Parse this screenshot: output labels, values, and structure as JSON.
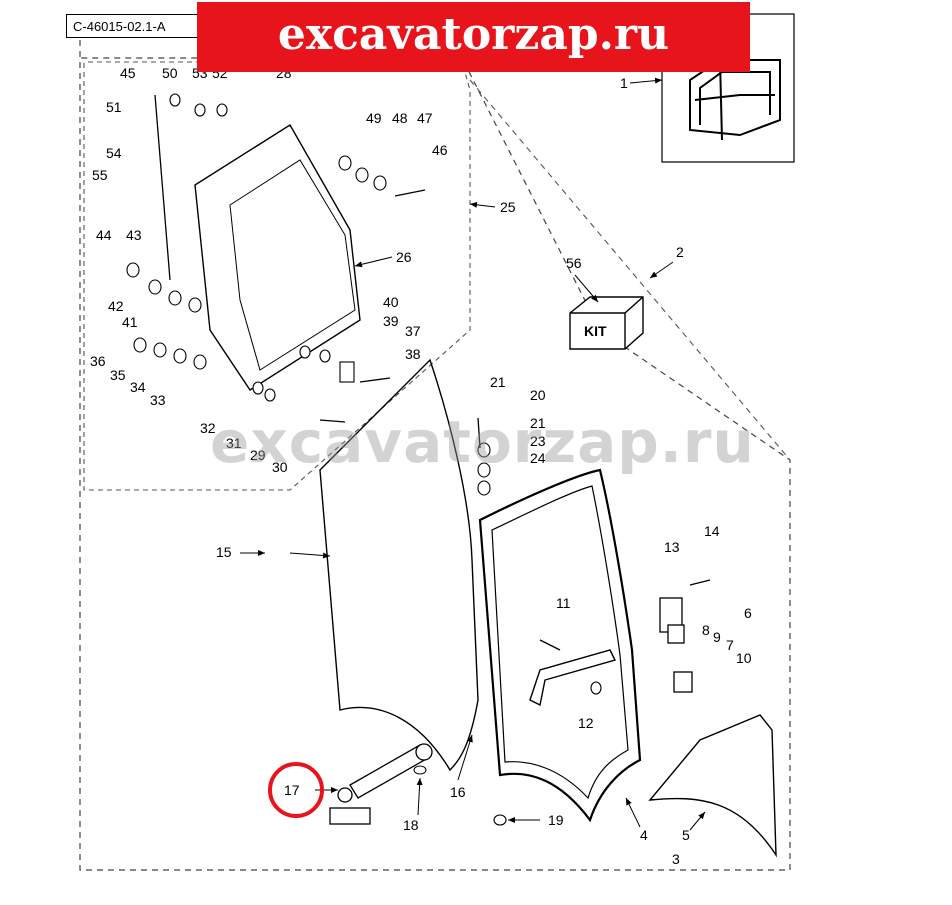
{
  "document_id": "C-46015-02.1-A",
  "banner_text": "excavatorzap.ru",
  "watermark_text": "excavatorzap.ru",
  "kit_label": "KIT",
  "highlight_color": "#e8141b",
  "highlighted_part": "17",
  "callouts": [
    "1",
    "2",
    "3",
    "4",
    "5",
    "6",
    "7",
    "8",
    "9",
    "10",
    "11",
    "12",
    "13",
    "14",
    "15",
    "16",
    "17",
    "18",
    "19",
    "20",
    "21",
    "21",
    "23",
    "24",
    "25",
    "26",
    "28",
    "29",
    "30",
    "31",
    "32",
    "33",
    "34",
    "35",
    "36",
    "37",
    "38",
    "39",
    "40",
    "41",
    "42",
    "43",
    "44",
    "45",
    "46",
    "47",
    "48",
    "49",
    "50",
    "51",
    "53",
    "52",
    "54",
    "55",
    "56"
  ]
}
